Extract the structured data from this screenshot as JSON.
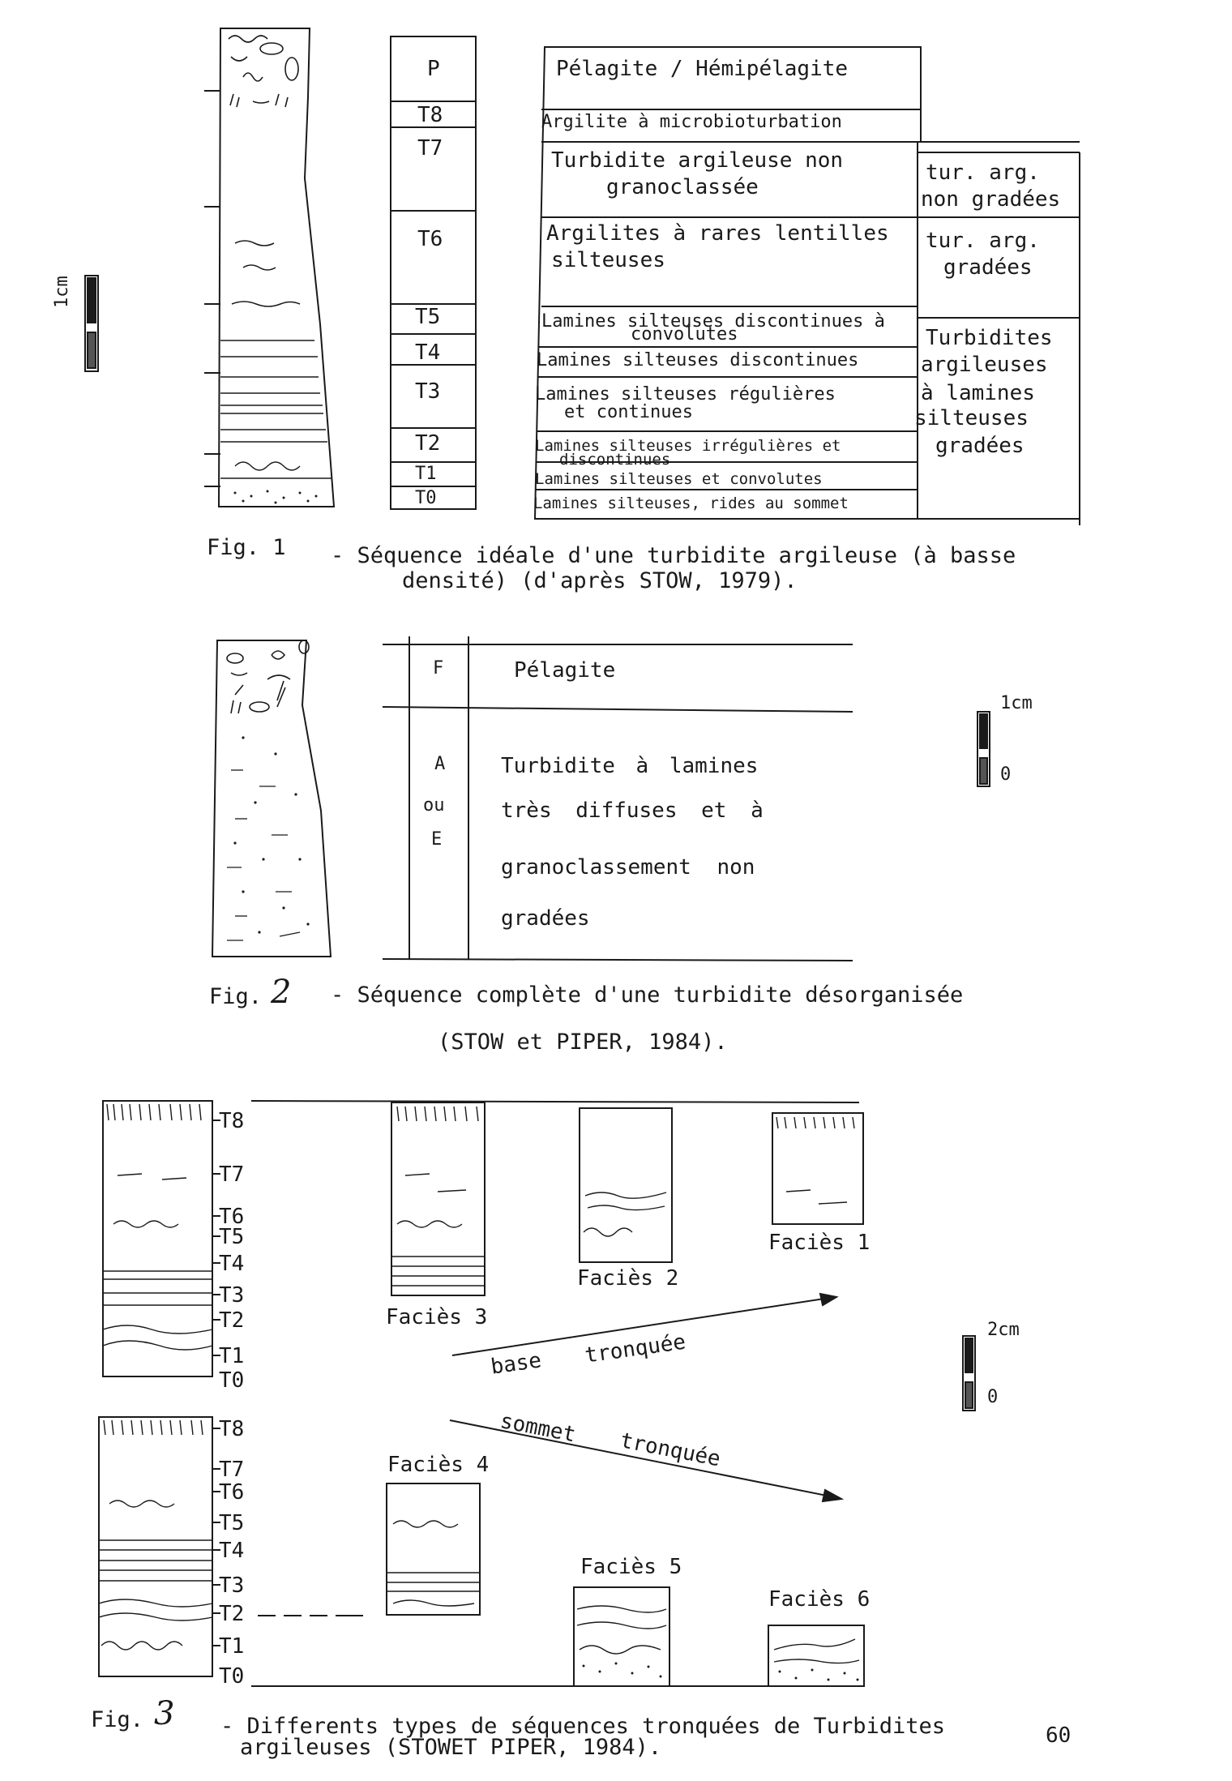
{
  "fig1": {
    "column_labels": [
      "P",
      "T8",
      "T7",
      "T6",
      "T5",
      "T4",
      "T3",
      "T2",
      "T1",
      "T0"
    ],
    "descriptions": [
      "Pélagite / Hémipélagite",
      "Argilite à microbioturbation",
      "Turbidite argileuse non",
      "granoclassée",
      "Argilites à rares lentilles",
      "silteuses",
      "Lamines silteuses discontinues à",
      "convolutes",
      "Lamines silteuses discontinues",
      "Lamines silteuses régulières",
      "et continues",
      "Lamines silteuses irrégulières et",
      "discontinues",
      "Lamines silteuses et convolutes",
      "Lamines silteuses, rides au sommet"
    ],
    "groups": [
      "tur. arg.",
      "non gradées",
      "tur. arg.",
      "gradées",
      "Turbidites",
      "argileuses",
      "à lamines",
      "silteuses",
      "gradées"
    ],
    "scale": "1cm",
    "caption_num": "Fig. 1",
    "caption_line1": "- Séquence idéale d'une turbidite argileuse (à basse",
    "caption_line2": "densité) (d'après STOW, 1979)."
  },
  "fig2": {
    "labels": [
      "F",
      "A",
      "ou",
      "E"
    ],
    "pelagite": "Pélagite",
    "desc": [
      "Turbidite à lamines",
      "très diffuses et à",
      "granoclassement non",
      "gradées"
    ],
    "scale_top": "1cm",
    "scale_bottom": "0",
    "caption_prefix": "Fig.",
    "caption_num": "2",
    "caption_line1": "- Séquence complète d'une turbidite désorganisée",
    "caption_line2": "(STOW et PIPER, 1984)."
  },
  "fig3": {
    "ticks": [
      "T8",
      "T7",
      "T6",
      "T5",
      "T4",
      "T3",
      "T2",
      "T1",
      "T0"
    ],
    "facies": [
      "Faciès 1",
      "Faciès 2",
      "Faciès 3",
      "Faciès 4",
      "Faciès 5",
      "Faciès 6"
    ],
    "arrow1": [
      "base",
      "tronquée"
    ],
    "arrow2": [
      "sommet",
      "tronquée"
    ],
    "scale_top": "2cm",
    "scale_bottom": "0",
    "caption_prefix": "Fig.",
    "caption_num": "3",
    "caption_line1": "- Differents types de séquences tronquées de Turbidites",
    "caption_line2": "argileuses (STOWET PIPER, 1984)."
  },
  "page_number": "60"
}
